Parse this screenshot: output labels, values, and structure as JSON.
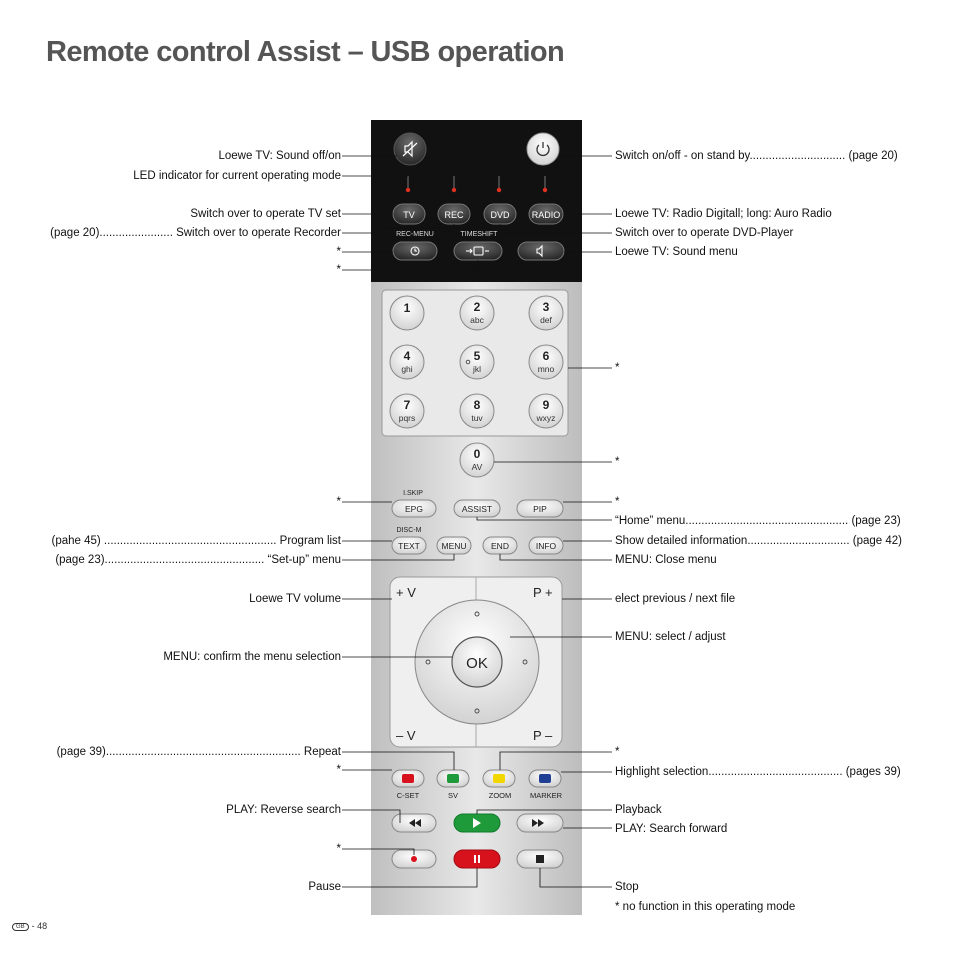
{
  "page": {
    "title": "Remote control Assist – USB operation",
    "page_number": "- 48",
    "country_badge": "GB"
  },
  "remote": {
    "buttons": {
      "tv": "TV",
      "rec": "REC",
      "dvd": "DVD",
      "radio": "RADIO",
      "rec_menu": "REC-MENU",
      "timeshift": "TIMESHIFT",
      "num1": "1",
      "num2": "2",
      "num2_sub": "abc",
      "num3": "3",
      "num3_sub": "def",
      "num4": "4",
      "num4_sub": "ghi",
      "num5": "5",
      "num5_sub": "jkl",
      "num6": "6",
      "num6_sub": "mno",
      "num7": "7",
      "num7_sub": "pqrs",
      "num8": "8",
      "num8_sub": "tuv",
      "num9": "9",
      "num9_sub": "wxyz",
      "num0": "0",
      "num0_sub": "AV",
      "i_skip": "I.SKIP",
      "epg": "EPG",
      "assist": "ASSIST",
      "pip": "PIP",
      "disc_m": "DISC-M",
      "text": "TEXT",
      "menu": "MENU",
      "end": "END",
      "info": "INFO",
      "vol_plus": "+ V",
      "vol_minus": "– V",
      "prog_plus": "P +",
      "prog_minus": "P –",
      "ok": "OK",
      "cset": "C-SET",
      "sv": "SV",
      "zoom": "ZOOM",
      "marker": "MARKER"
    }
  },
  "labels": {
    "left": {
      "sound_off_on": "Loewe TV: Sound off/on",
      "led_indicator": "LED indicator for current operating mode",
      "switch_tv": "Switch over to operate TV set",
      "switch_recorder": "(page 20)....................... Switch over to operate Recorder",
      "star1": "*",
      "star2": "*",
      "star_epg": "*",
      "program_list": "(pahe 45) ...................................................... Program list",
      "setup_menu": "(page 23).................................................. “Set-up” menu",
      "tv_volume": "Loewe TV volume",
      "confirm_menu": "MENU: confirm the menu selection",
      "repeat": "(page 39)............................................................. Repeat",
      "star_red": "*",
      "reverse_search": "PLAY: Reverse search",
      "star_record": "*",
      "pause": "Pause"
    },
    "right": {
      "switch_onoff": "Switch on/off - on stand by.............................. (page 20)",
      "radio": "Loewe TV: Radio Digitall; long: Auro Radio",
      "switch_dvd": "Switch over to operate DVD-Player",
      "sound_menu": "Loewe TV: Sound menu",
      "star_numpad": "*",
      "star_zero": "*",
      "star_pip": "*",
      "home_menu": "“Home” menu................................................... (page 23)",
      "show_info": "Show detailed information................................ (page 42)",
      "close_menu": "MENU: Close menu",
      "prev_next": "elect previous / next file",
      "select_adjust": "MENU: select / adjust",
      "star_yellow": "*",
      "highlight": "Highlight selection.......................................... (pages 39)",
      "playback": "Playback",
      "search_forward": "PLAY: Search forward",
      "stop": "Stop",
      "no_function": "* no function in this operating mode"
    }
  },
  "colors": {
    "top_panel": "#111111",
    "body": "#d6d6d6",
    "red": "#d8121c",
    "green": "#1f9a3a",
    "yellow": "#f1d600",
    "blue": "#1f3f95",
    "led": "#e03020"
  }
}
